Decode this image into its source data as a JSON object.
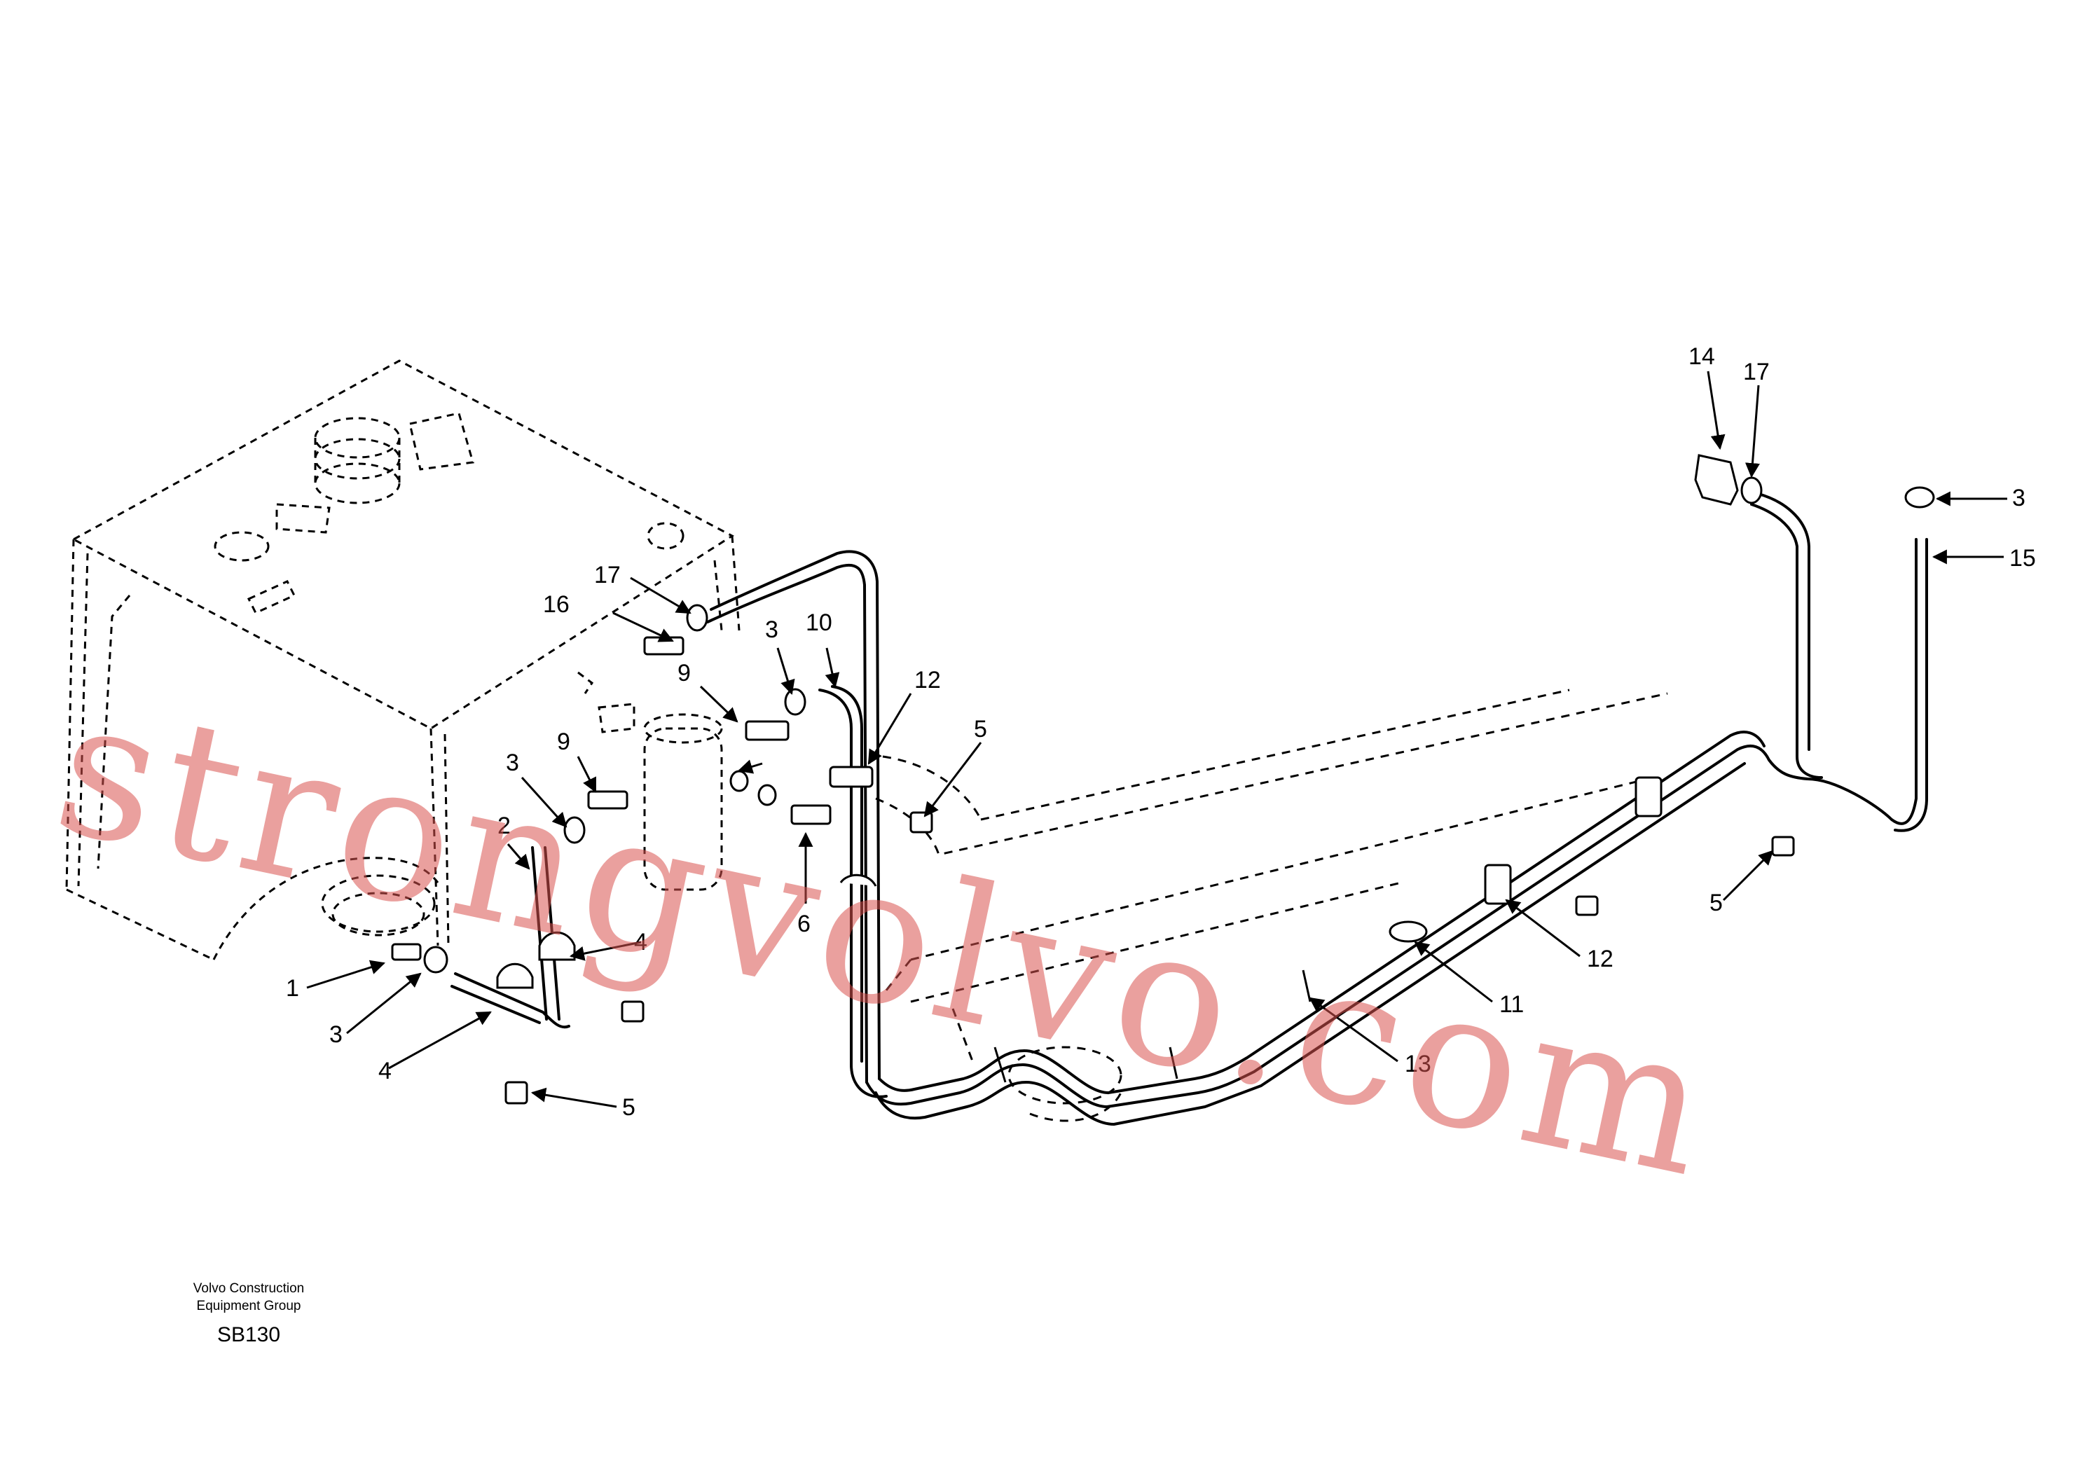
{
  "watermark": {
    "text": "strongvolvo.com",
    "color": "#d9534f"
  },
  "footer": {
    "company_line1": "Volvo Construction",
    "company_line2": "Equipment Group",
    "drawing_code": "SB130"
  },
  "callouts": {
    "n1": "1",
    "n2": "2",
    "n3a": "3",
    "n3b": "3",
    "n3c": "3",
    "n3d": "3",
    "n4a": "4",
    "n4b": "4",
    "n5a": "5",
    "n5b": "5",
    "n5c": "5",
    "n6": "6",
    "n9a": "9",
    "n9b": "9",
    "n10": "10",
    "n11": "11",
    "n12a": "12",
    "n12b": "12",
    "n13": "13",
    "n14": "14",
    "n15": "15",
    "n16": "16",
    "n17a": "17",
    "n17b": "17"
  }
}
